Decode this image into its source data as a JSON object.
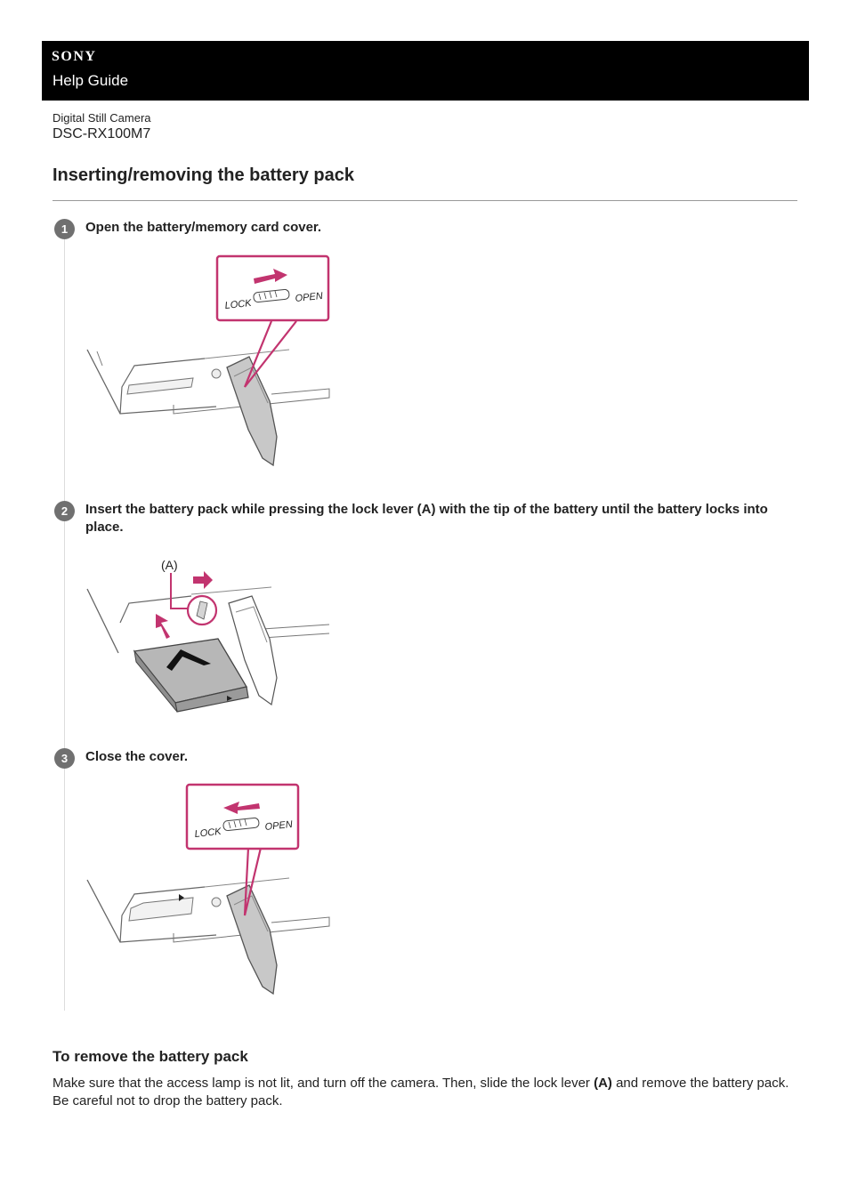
{
  "header": {
    "brand": "SONY",
    "guide_label": "Help Guide"
  },
  "product": {
    "category": "Digital Still Camera",
    "model": "DSC-RX100M7"
  },
  "page": {
    "title": "Inserting/removing the battery pack"
  },
  "steps": [
    {
      "number": "1",
      "text": "Open the battery/memory card cover."
    },
    {
      "number": "2",
      "text": "Insert the battery pack while pressing the lock lever (A) with the tip of the battery until the battery locks into place."
    },
    {
      "number": "3",
      "text": "Close the cover."
    }
  ],
  "illustration_labels": {
    "lock": "LOCK",
    "open": "OPEN",
    "lever": "(A)"
  },
  "remove_section": {
    "heading": "To remove the battery pack",
    "text_before": "Make sure that the access lamp is not lit, and turn off the camera. Then, slide the lock lever ",
    "bold": "(A)",
    "text_after": " and remove the battery pack. Be careful not to drop the battery pack."
  },
  "colors": {
    "accent": "#c2346f",
    "header_bg": "#000000",
    "step_badge": "#707070"
  }
}
